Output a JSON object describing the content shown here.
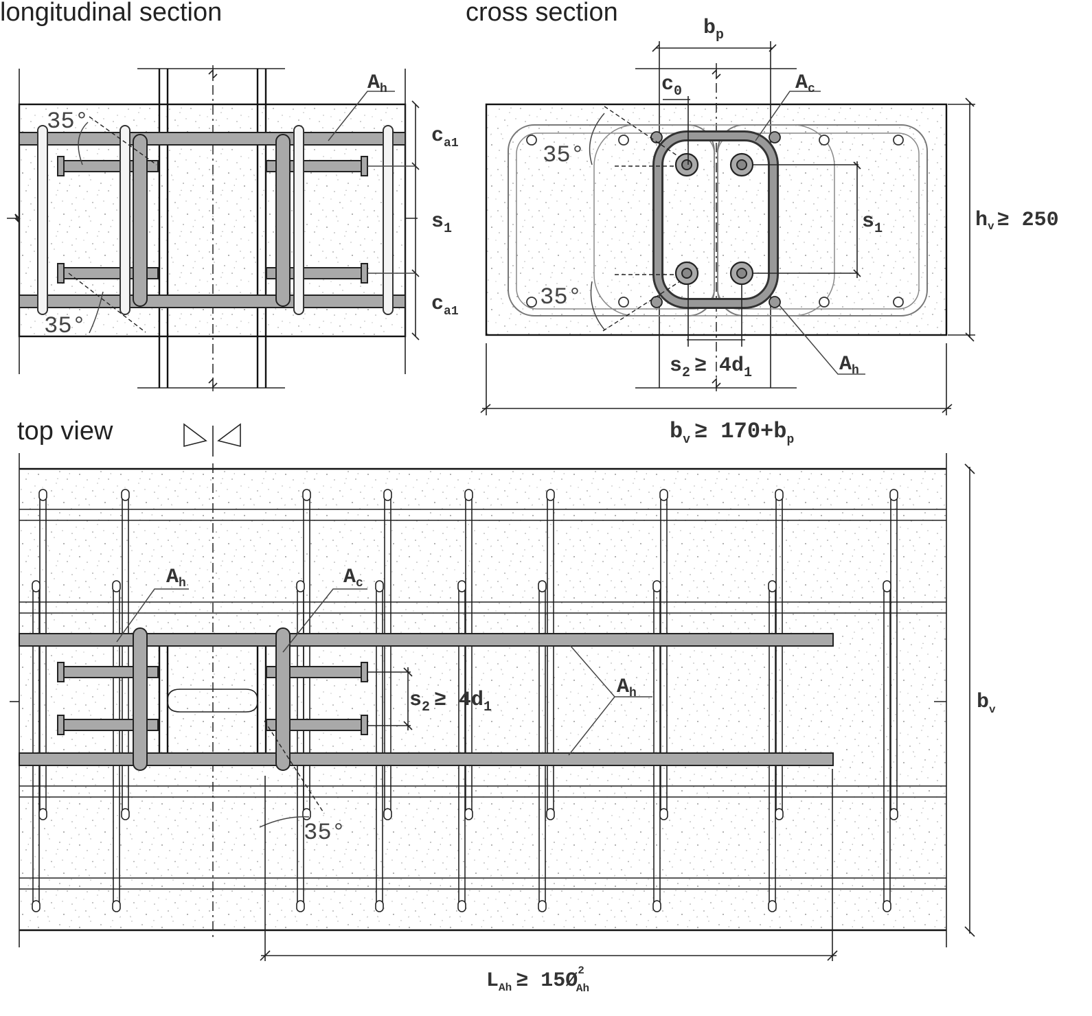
{
  "titles": {
    "longitudinal": "longitudinal section",
    "cross": "cross section",
    "top": "top view"
  },
  "labels": {
    "ah": "A",
    "ah_sub": "h",
    "ac": "A",
    "ac_sub": "c",
    "ca1": "c",
    "ca1_sub": "a1",
    "s1": "s",
    "s1_sub": "1",
    "bp": "b",
    "bp_sub": "p",
    "c0": "c",
    "c0_sub": "0",
    "hv": "h",
    "hv_sub": "v",
    "hv_rest": "≥ 250",
    "s2": "s",
    "s2_sub": "2",
    "s2_rest": "≥ 4d",
    "s2_rest_sub": "1",
    "bv": "b",
    "bv_sub": "v",
    "bv_rest": "≥ 170+b",
    "bv_rest_sub": "p",
    "lah": "L",
    "lah_sub": "Ah",
    "lah_rest": "≥ 15Ø",
    "lah_sup": "2",
    "lah_sub2": "Ah",
    "angle": "35°"
  }
}
